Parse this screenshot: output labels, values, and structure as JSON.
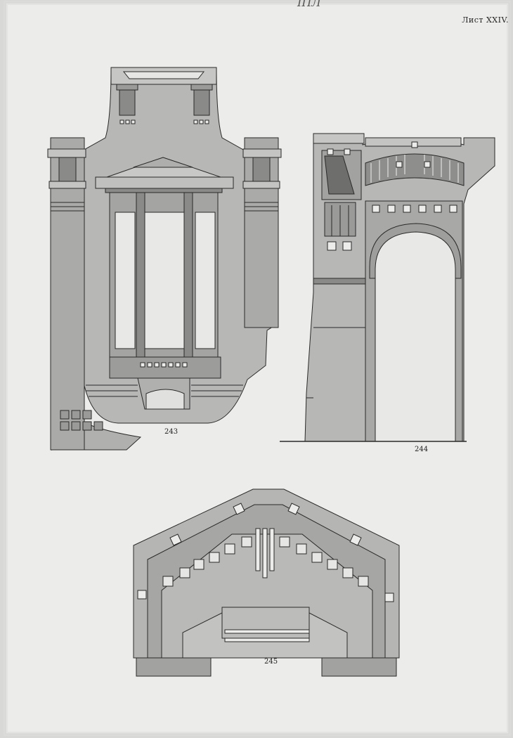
{
  "sheet": {
    "label": "Лист XXIV.",
    "scrawl": "ІПЛ"
  },
  "figures": [
    {
      "id": "243",
      "number": "243"
    },
    {
      "id": "244",
      "number": "244"
    },
    {
      "id": "245",
      "number": "245"
    }
  ],
  "colors": {
    "paper": "#eeeeec",
    "paper_edge": "#cfcfcd",
    "stone_light": "#b9b9b7",
    "stone_mid": "#9c9c9a",
    "stone_dark": "#7a7a78",
    "ink": "#2a2a2a",
    "window": "#e8e8e6"
  }
}
